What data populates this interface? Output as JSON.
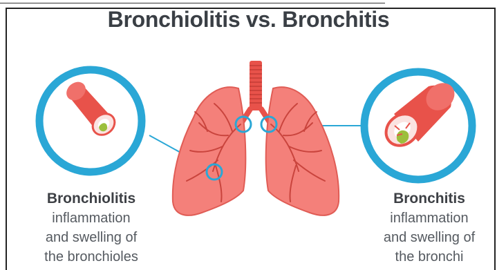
{
  "title": "Bronchiolitis vs. Bronchitis",
  "left": {
    "heading": "Bronchiolitis",
    "line1": "inflammation",
    "line2": "and swelling of",
    "line3": "the bronchioles"
  },
  "right": {
    "heading": "Bronchitis",
    "line1": "inflammation",
    "line2": "and swelling of",
    "line3": "the bronchi"
  },
  "colors": {
    "accent": "#2aa7d6",
    "lung": "#f4807a",
    "lung_dark": "#d9574f",
    "airway": "#e8524a",
    "mucus": "#9cbf3c"
  }
}
